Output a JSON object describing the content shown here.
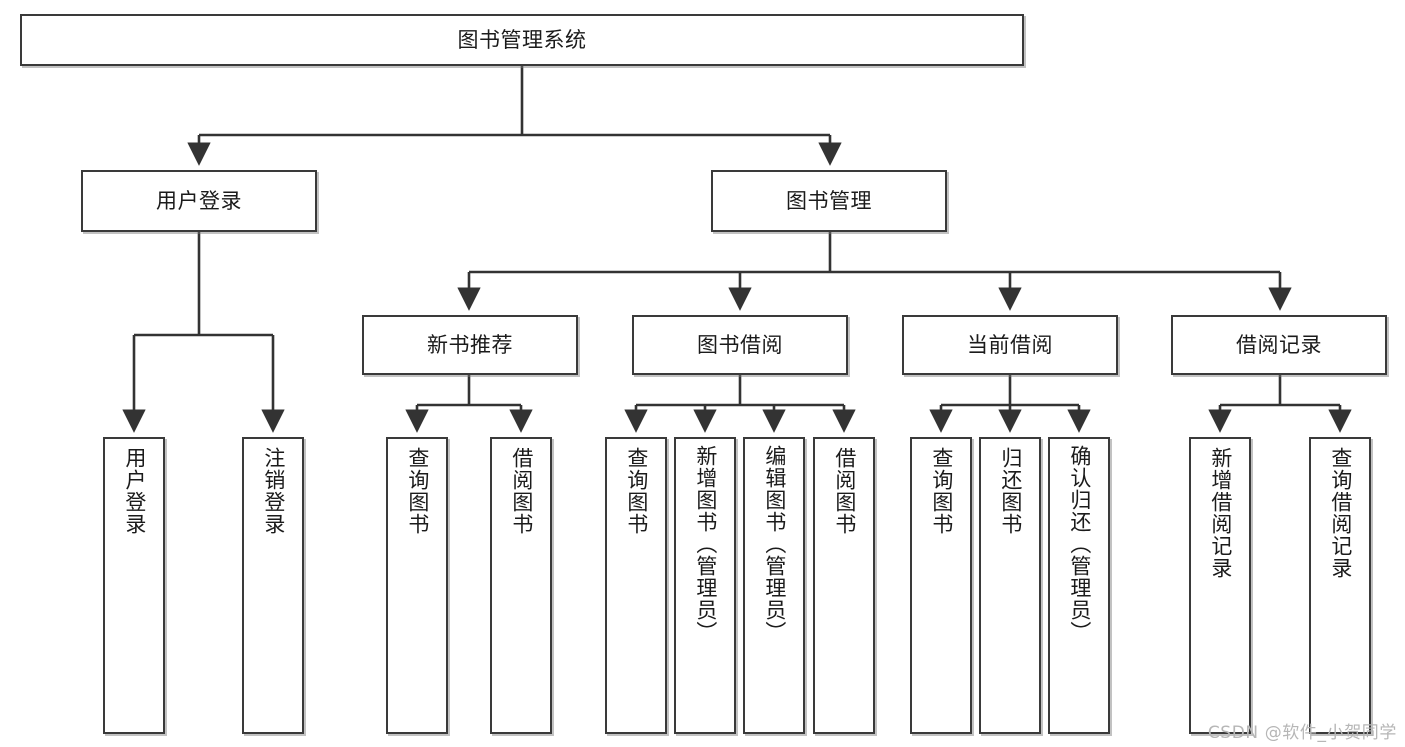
{
  "diagram": {
    "title": "图书管理系统",
    "type": "tree-hierarchy-chart",
    "colors": {
      "box_border": "#3a3a3a",
      "box_fill": "#ffffff",
      "connector": "#333333",
      "text": "#1b1b1b",
      "watermark": "#b6b6b6"
    },
    "root": {
      "label": "图书管理系统"
    },
    "level2": [
      {
        "label": "用户登录"
      },
      {
        "label": "图书管理"
      }
    ],
    "level3": [
      {
        "label": "新书推荐"
      },
      {
        "label": "图书借阅"
      },
      {
        "label": "当前借阅"
      },
      {
        "label": "借阅记录"
      }
    ],
    "leaves": {
      "user_login": [
        {
          "label": "用户登录"
        },
        {
          "label": "注销登录"
        }
      ],
      "new_book_recommend": [
        {
          "label": "查询图书"
        },
        {
          "label": "借阅图书"
        }
      ],
      "book_borrow": [
        {
          "label": "查询图书"
        },
        {
          "label": "新增图书（管理员）"
        },
        {
          "label": "编辑图书（管理员）"
        },
        {
          "label": "借阅图书"
        }
      ],
      "current_borrow": [
        {
          "label": "查询图书"
        },
        {
          "label": "归还图书"
        },
        {
          "label": "确认归还（管理员）"
        }
      ],
      "borrow_record": [
        {
          "label": "新增借阅记录"
        },
        {
          "label": "查询借阅记录"
        }
      ]
    },
    "watermark": "CSDN @软件_小贺同学"
  }
}
